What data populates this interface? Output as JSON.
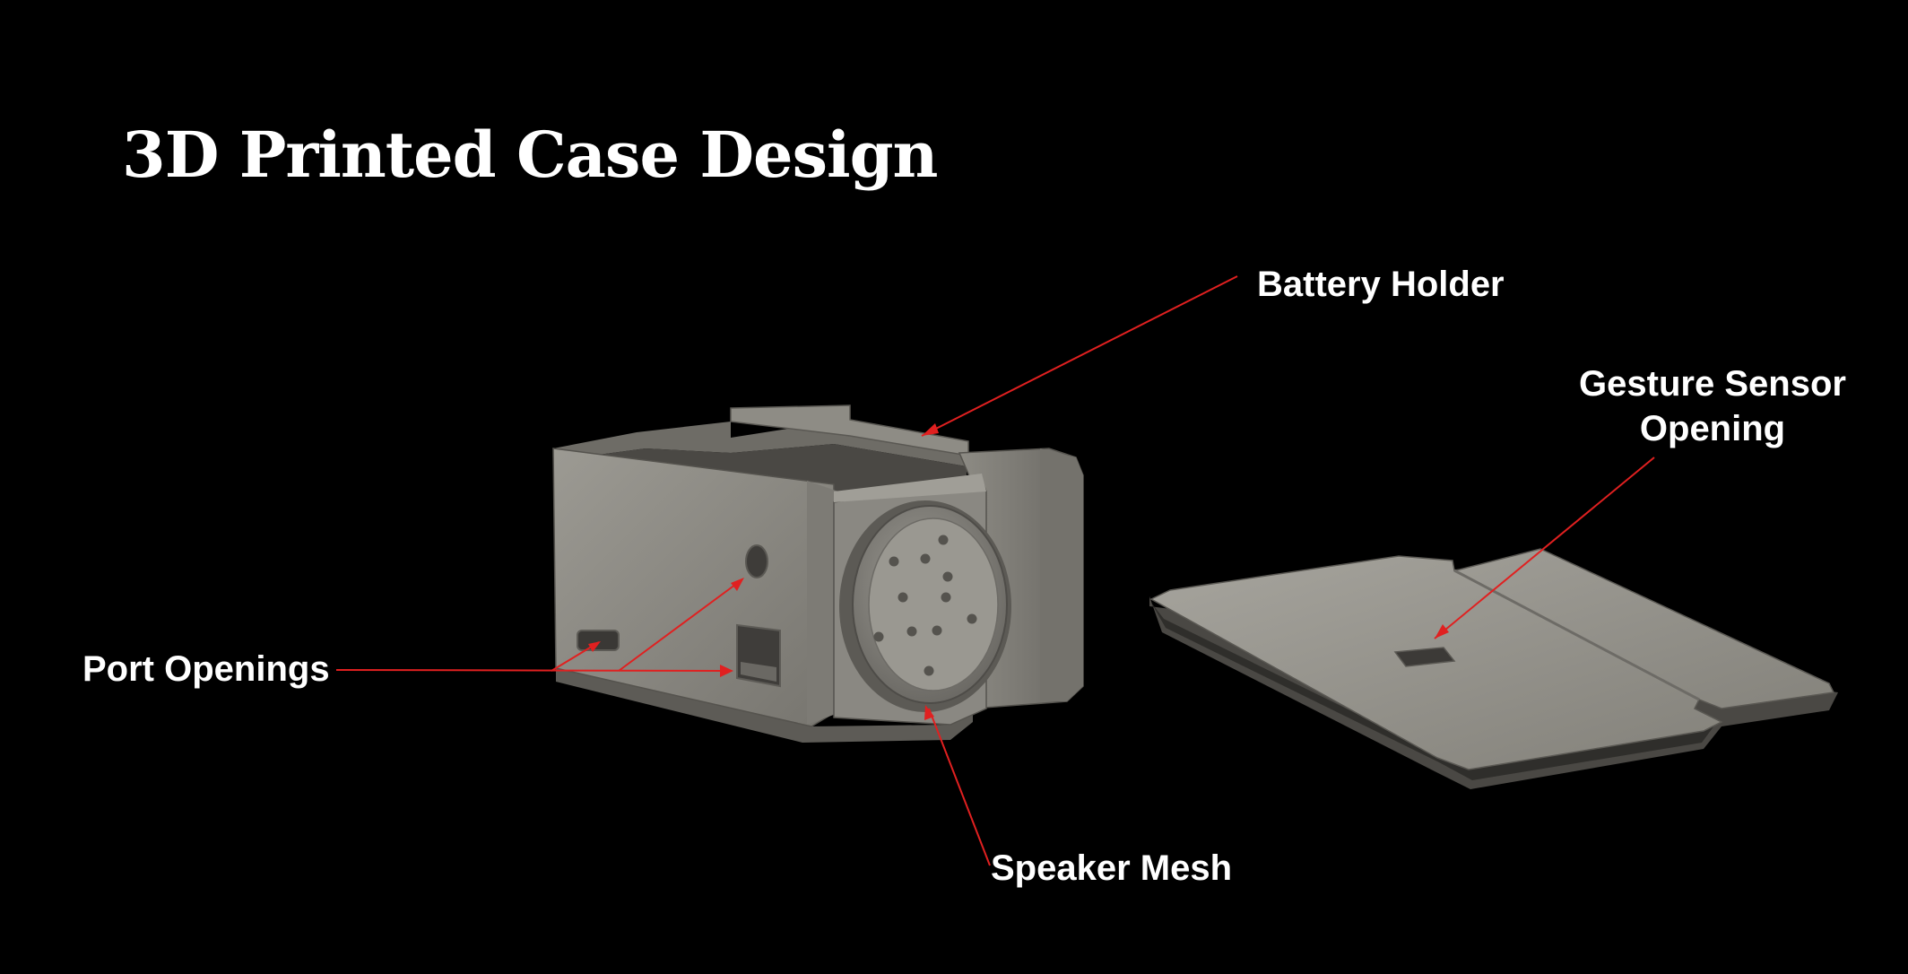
{
  "title": "3D Printed Case Design",
  "labels": {
    "battery_holder": "Battery Holder",
    "gesture_sensor_line1": "Gesture Sensor",
    "gesture_sensor_line2": "Opening",
    "port_openings": "Port Openings",
    "speaker_mesh": "Speaker Mesh"
  },
  "colors": {
    "background": "#000000",
    "text": "#ffffff",
    "leader_line": "#e02020",
    "case_body": "#8f8d86",
    "case_shadow": "#5f5d58"
  }
}
